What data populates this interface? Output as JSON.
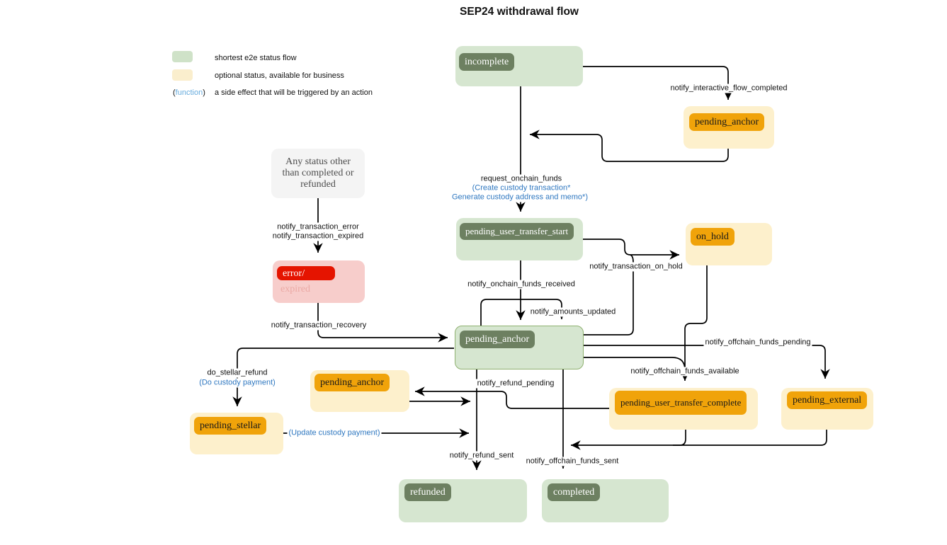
{
  "title": "SEP24 withdrawal flow",
  "legend": {
    "green_label": "shortest e2e status flow",
    "cream_label": "optional status, available for business",
    "fn_open": "(",
    "fn_word": "function",
    "fn_close": ")",
    "fn_label": "a side effect that will be triggered by an action"
  },
  "nodes": {
    "incomplete": "incomplete",
    "pending_anchor_top": "pending_anchor",
    "pending_user_transfer_start": "pending_user_transfer_start",
    "on_hold": "on_hold",
    "any_status": {
      "line1": "Any status other",
      "line2": "than completed or",
      "line3": "refunded"
    },
    "error_line1": "error/",
    "error_line2": "expired",
    "pending_anchor_center": "pending_anchor",
    "pending_anchor_left": "pending_anchor",
    "pending_stellar": "pending_stellar",
    "pending_user_transfer_complete": "pending_user_transfer_complete",
    "pending_external": "pending_external",
    "refunded": "refunded",
    "completed": "completed"
  },
  "edges": {
    "notify_interactive_flow_completed": "notify_interactive_flow_completed",
    "request_onchain_funds": "request_onchain_funds",
    "request_fn1": "(Create custody transaction*",
    "request_fn2": "Generate custody address and memo*)",
    "notify_transaction_error": "notify_transaction_error",
    "notify_transaction_expired": "notify_transaction_expired",
    "notify_onchain_funds_received": "notify_onchain_funds_received",
    "notify_amounts_updated": "notify_amounts_updated",
    "notify_transaction_on_hold": "notify_transaction_on_hold",
    "notify_transaction_recovery": "notify_transaction_recovery",
    "notify_offchain_funds_pending": "notify_offchain_funds_pending",
    "notify_offchain_funds_available": "notify_offchain_funds_available",
    "notify_refund_pending": "notify_refund_pending",
    "do_stellar_refund": "do_stellar_refund",
    "do_custody_payment": "(Do custody payment)",
    "update_custody_payment": "(Update custody payment)",
    "notify_refund_sent": "notify_refund_sent",
    "notify_offchain_funds_sent": "notify_offchain_funds_sent"
  },
  "colors": {
    "green_container": "#d6e6d0",
    "green_tag": "#6d8061",
    "cream_container": "#fdf0cc",
    "orange_tag": "#f0a30a",
    "pink_container": "#f7cdcb",
    "red_tag": "#e51400",
    "gray_box": "#f4f4f4",
    "flow_function_blue": "#2e77c0",
    "legend_function_blue": "#66abdd",
    "edge_stroke": "#000000"
  }
}
